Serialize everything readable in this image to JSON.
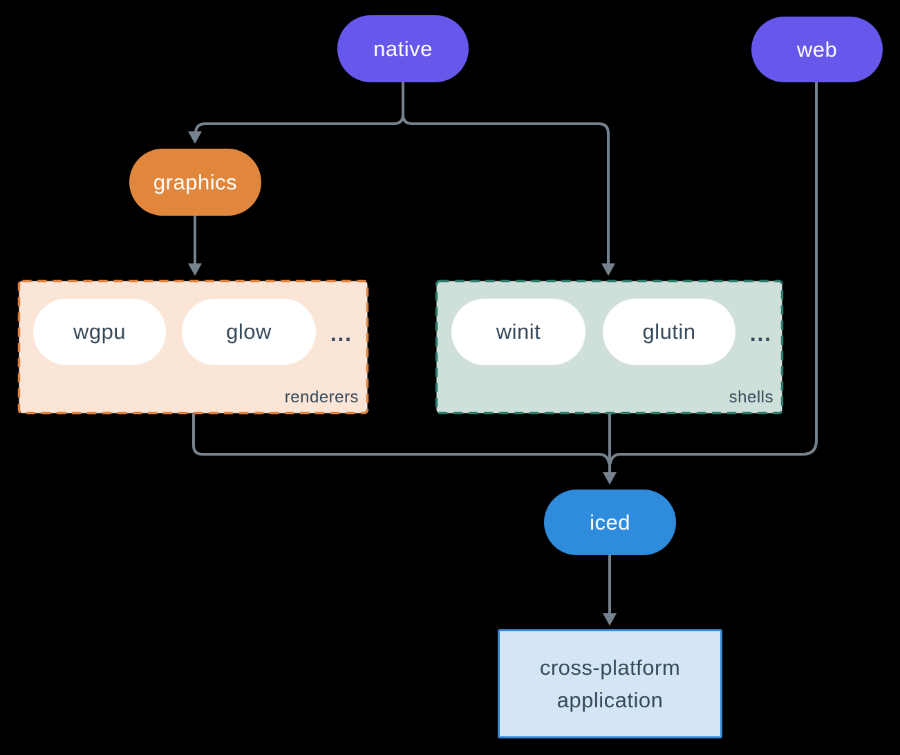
{
  "diagram": {
    "nodes": {
      "native": {
        "label": "native"
      },
      "web": {
        "label": "web"
      },
      "graphics": {
        "label": "graphics"
      },
      "iced": {
        "label": "iced"
      },
      "application": {
        "line1": "cross-platform",
        "line2": "application"
      }
    },
    "groups": {
      "renderers": {
        "label": "renderers",
        "items": [
          "wgpu",
          "glow"
        ],
        "more": "..."
      },
      "shells": {
        "label": "shells",
        "items": [
          "winit",
          "glutin"
        ],
        "more": "..."
      }
    },
    "edges": [
      {
        "from": "native",
        "to": "graphics"
      },
      {
        "from": "native",
        "to": "shells"
      },
      {
        "from": "graphics",
        "to": "renderers"
      },
      {
        "from": "renderers",
        "to": "iced"
      },
      {
        "from": "shells",
        "to": "iced"
      },
      {
        "from": "web",
        "to": "iced"
      },
      {
        "from": "iced",
        "to": "application"
      }
    ],
    "colors": {
      "background": "#000000",
      "connector": "#76838E",
      "platform_node": "#6658EB",
      "graphics_node": "#E0873D",
      "iced_node": "#2F8BDC",
      "renderers_fill": "#FAE5D6",
      "renderers_border": "#DF813B",
      "shells_fill": "#CFE0DA",
      "shells_border": "#2B7A6B",
      "application_fill": "#D4E5F7",
      "application_border": "#3787D8",
      "dark_text": "#36495A",
      "light_text": "#FFFFFF"
    }
  }
}
